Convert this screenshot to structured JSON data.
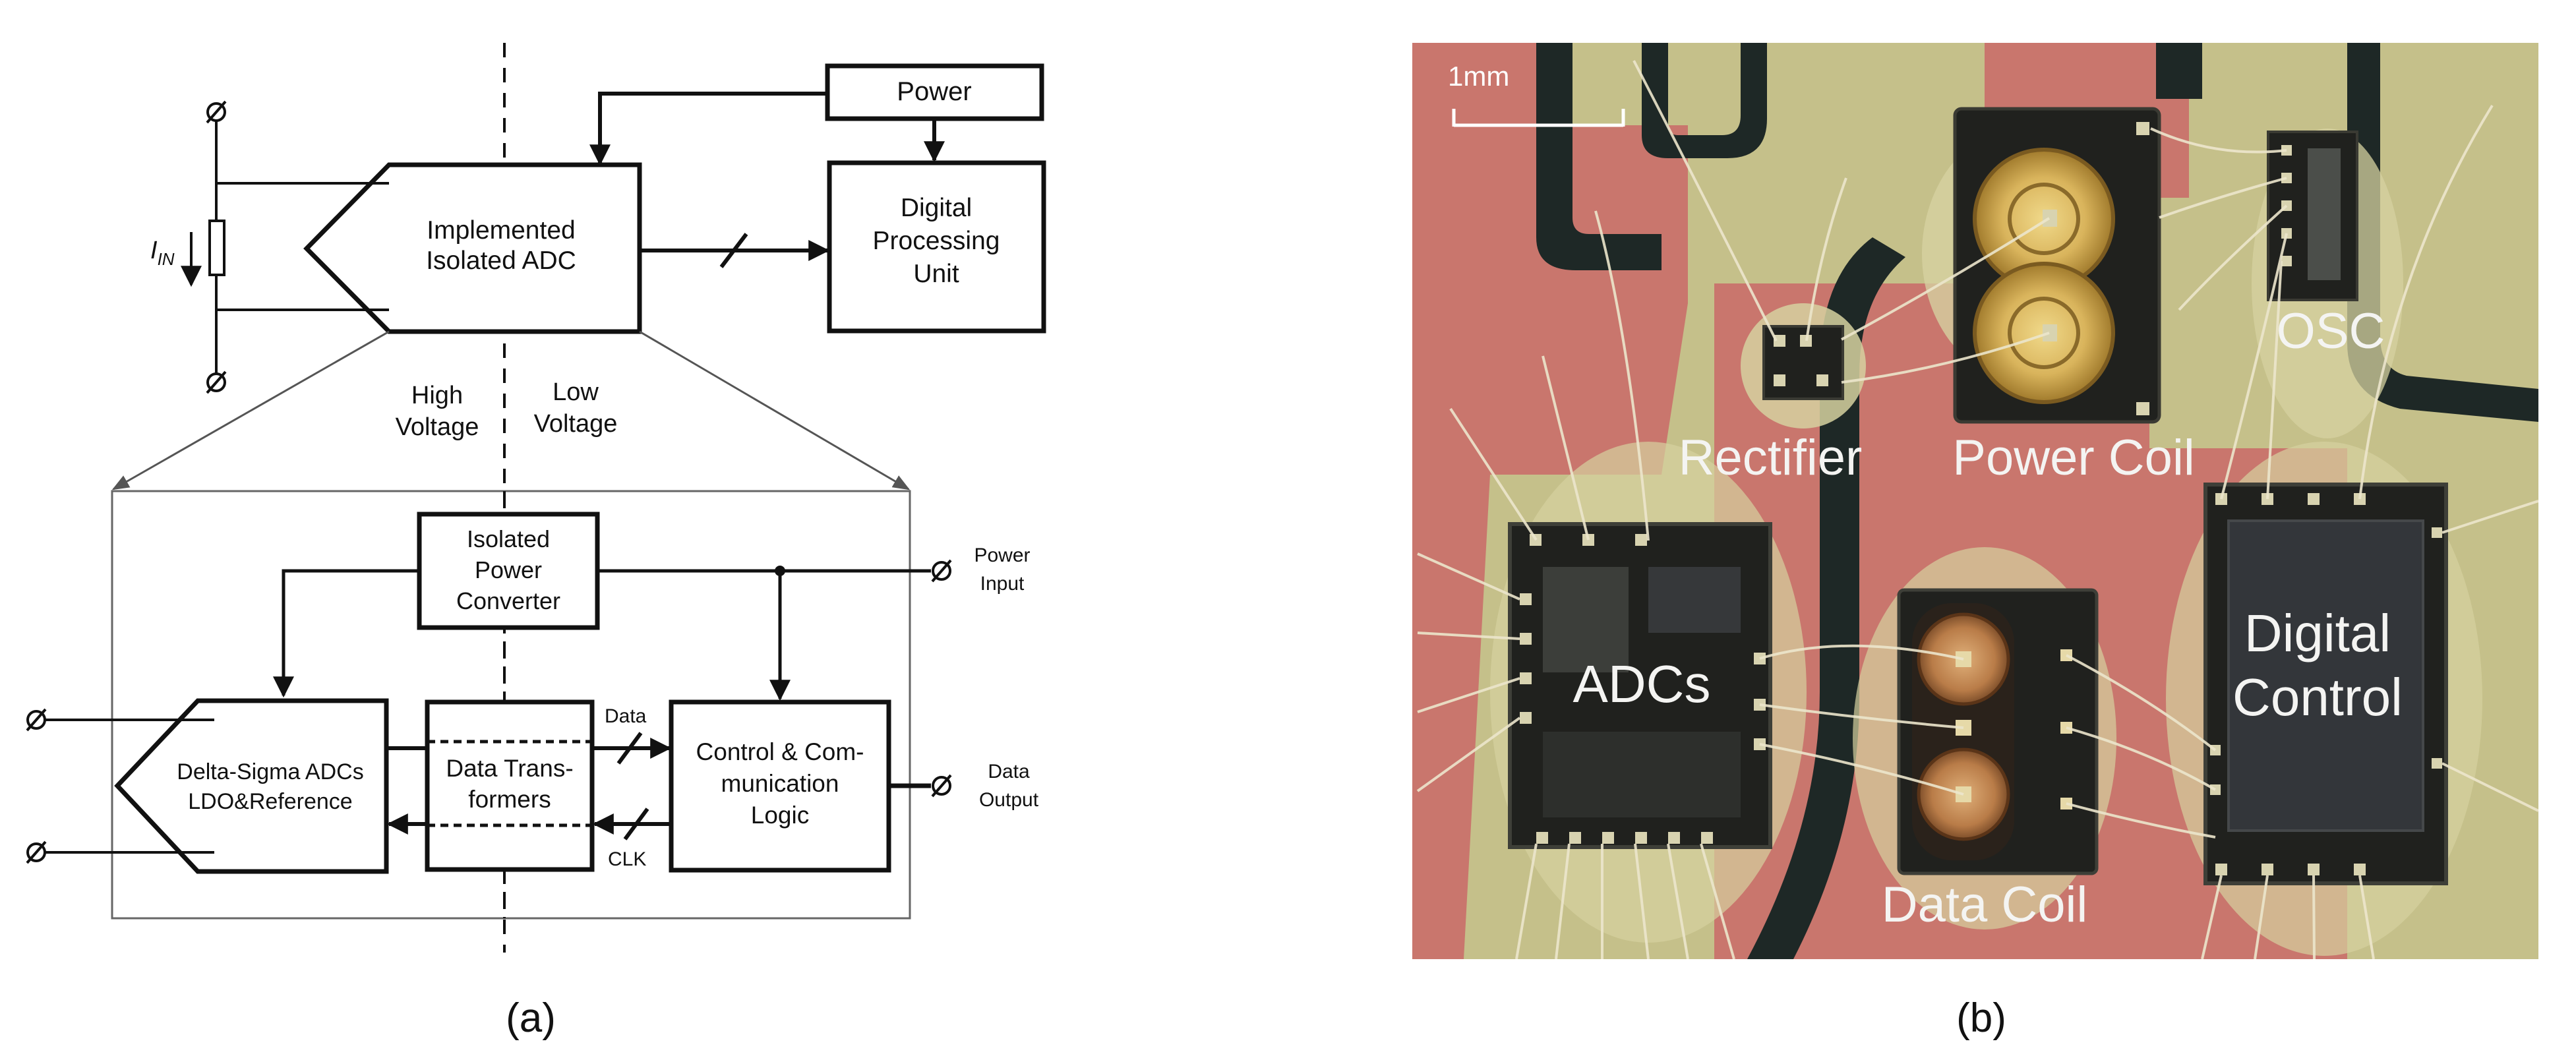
{
  "panel_a": {
    "caption": "(a)",
    "top": {
      "power_label": "Power",
      "adc_label_1": "Implemented",
      "adc_label_2": "Isolated ADC",
      "dpu_label_1": "Digital",
      "dpu_label_2": "Processing",
      "dpu_label_3": "Unit",
      "current_symbol": "I",
      "current_subscript": "IN"
    },
    "high_voltage_1": "High",
    "high_voltage_2": "Voltage",
    "low_voltage_1": "Low",
    "low_voltage_2": "Voltage",
    "bottom": {
      "converter_label_1": "Isolated",
      "converter_label_2": "Power",
      "converter_label_3": "Converter",
      "power_input_1": "Power",
      "power_input_2": "Input",
      "adc_label_1": "Delta-Sigma ADCs",
      "adc_label_2": "LDO&Reference",
      "transformer_label_1": "Data Trans-",
      "transformer_label_2": "formers",
      "data_signal": "Data",
      "clk_signal": "CLK",
      "logic_label_1": "Control & Com-",
      "logic_label_2": "munication",
      "logic_label_3": "Logic",
      "data_output_1": "Data",
      "data_output_2": "Output"
    }
  },
  "panel_b": {
    "caption": "(b)",
    "scale_label": "1mm",
    "labels": {
      "osc": "OSC",
      "rectifier": "Rectifier",
      "power_coil": "Power Coil",
      "adcs": "ADCs",
      "digital_1": "Digital",
      "digital_2": "Control",
      "data_coil": "Data Coil"
    },
    "colors": {
      "pcb_red": "#c9766d",
      "pcb_gold": "#c5c08a",
      "trace_dark": "#1e2826",
      "die_dark": "#20211e",
      "label_white": "#f4f4f2"
    }
  }
}
